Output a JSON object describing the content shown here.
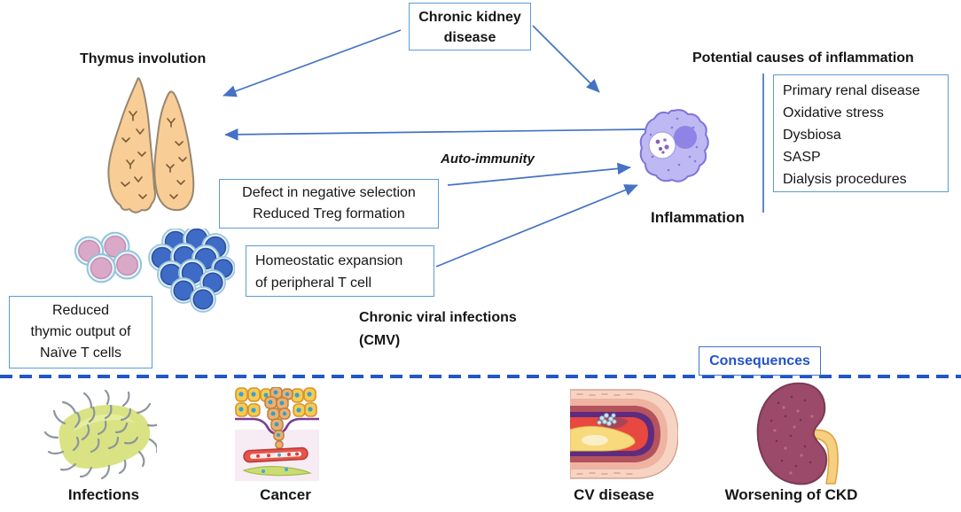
{
  "nodes": {
    "ckd": {
      "line1": "Chronic kidney",
      "line2": "disease"
    },
    "thymus": {
      "label": "Thymus involution"
    },
    "causes": {
      "title": "Potential causes of inflammation",
      "items": [
        "Primary renal disease",
        "Oxidative stress",
        "Dysbiosa",
        "SASP",
        "Dialysis procedures"
      ]
    },
    "defect": {
      "line1": "Defect in negative selection",
      "line2": "Reduced Treg formation"
    },
    "auto_immunity": {
      "label": "Auto-immunity"
    },
    "homeostatic": {
      "line1": "Homeostatic expansion",
      "line2": "of peripheral T cell"
    },
    "reduced_output": {
      "line1": "Reduced",
      "line2": "thymic output of",
      "line3": "Naïve T cells"
    },
    "cvi": {
      "line1": "Chronic viral infections",
      "line2": "(CMV)"
    },
    "inflammation": {
      "label": "Inflammation"
    },
    "consequences": {
      "label": "Consequences"
    }
  },
  "outcomes": [
    {
      "label": "Infections",
      "icon": "bacterium-icon"
    },
    {
      "label": "Cancer",
      "icon": "tumor-tissue-icon"
    },
    {
      "label": "CV disease",
      "icon": "atherosclerosis-artery-icon"
    },
    {
      "label": "Worsening of CKD",
      "icon": "kidney-icon"
    }
  ],
  "icons": {
    "thymus-icon": "two-lobed thymus gland",
    "naive-tcell-pink-cluster-icon": "cluster of 4 pink cells",
    "tcell-blue-cluster-icon": "cluster of blue expanded T cells",
    "inflammatory-cell-icon": "purple macrophage-like cell",
    "bacterium-icon": "green bacterium with flagella",
    "tumor-tissue-icon": "tumor invading epithelium",
    "atherosclerosis-artery-icon": "artery with plaque",
    "kidney-icon": "kidney with ureter"
  },
  "colors": {
    "arrow_blue": "#4472C4",
    "box_border_blue": "#5B9BD5",
    "dashed_line_blue": "#2156C8",
    "consequences_text_blue": "#2253C9"
  }
}
